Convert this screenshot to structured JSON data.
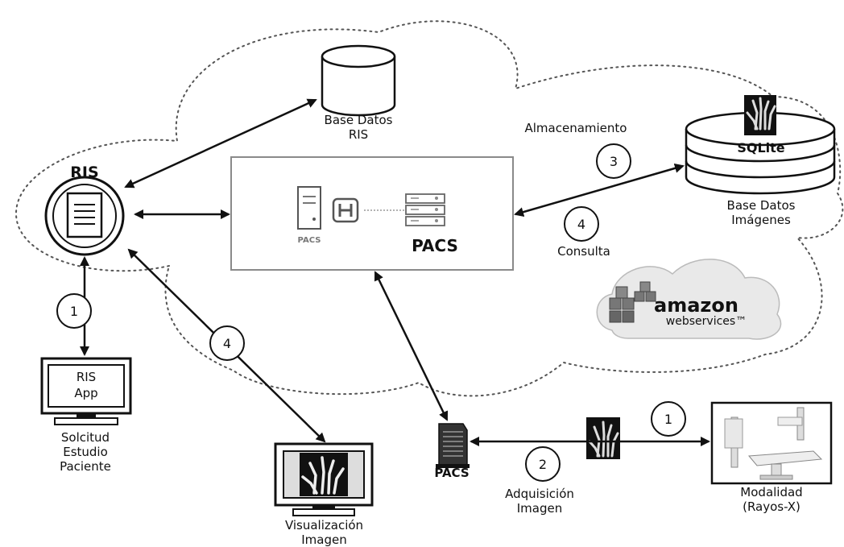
{
  "nodes": {
    "ris": "RIS",
    "ris_app_line1": "RIS",
    "ris_app_line2": "App",
    "solicitud_line1": "Solcitud",
    "solicitud_line2": "Estudio",
    "solicitud_line3": "Paciente",
    "base_ris_line1": "Base Datos",
    "base_ris_line2": "RIS",
    "pacs_box_small": "PACS",
    "pacs_box_big": "PACS",
    "sqlite": "SQLite",
    "base_img_line1": "Base Datos",
    "base_img_line2": "Imágenes",
    "almacenamiento": "Almacenamiento",
    "consulta": "Consulta",
    "amazon_line1": "amazon",
    "amazon_line2": "webservices™",
    "pacs_server": "PACS",
    "adquisicion_line1": "Adquisición",
    "adquisicion_line2": "Imagen",
    "visualizacion_line1": "Visualización",
    "visualizacion_line2": "Imagen",
    "modalidad_line1": "Modalidad",
    "modalidad_line2": "(Rayos-X)"
  },
  "steps": {
    "ris_app": "1",
    "visualizacion": "4",
    "almacenamiento": "3",
    "consulta": "4",
    "adquisicion": "2",
    "modalidad": "1"
  },
  "colors": {
    "line": "#111111",
    "cloud_dots": "#555555",
    "box_border": "#8a8a8a",
    "amazon_cloud": "#e9e9e9"
  }
}
